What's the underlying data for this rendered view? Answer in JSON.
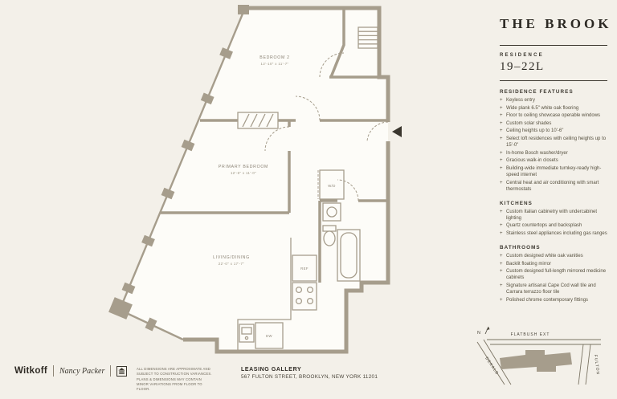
{
  "branding": {
    "building_name": "THE BROOK",
    "residence_label": "RESIDENCE",
    "residence_number": "19–22L"
  },
  "colors": {
    "background": "#f3f0e9",
    "wall_taupe": "#a69d8c",
    "ink": "#2e2a24",
    "muted_text": "#8c8476"
  },
  "ui": {
    "bullet": "+"
  },
  "plan": {
    "rooms": [
      {
        "name": "BEDROOM 2",
        "dims": "12'-10\" x 11'-7\""
      },
      {
        "name": "PRIMARY BEDROOM",
        "dims": "12'-6\" x 11'-0\""
      },
      {
        "name": "LIVING/DINING",
        "dims": "22'-0\" x 17'-7\""
      }
    ],
    "fixtures": {
      "washer_dryer": "W/D",
      "refrigerator": "REF",
      "dishwasher": "DW"
    }
  },
  "sections": [
    {
      "heading": "RESIDENCE FEATURES",
      "items": [
        "Keyless entry",
        "Wide plank 6.5\" white oak flooring",
        "Floor to ceiling showcase operable windows",
        "Custom solar shades",
        "Ceiling heights up to 10'-6\"",
        "Select loft residences with ceiling heights up to 15'-0\"",
        "In-home Bosch washer/dryer",
        "Gracious walk-in closets",
        "Building-wide immediate turnkey-ready high-speed internet",
        "Central heat and air conditioning with smart thermostats"
      ]
    },
    {
      "heading": "KITCHENS",
      "items": [
        "Custom Italian cabinetry with undercabinet lighting",
        "Quartz countertops and backsplash",
        "Stainless steel appliances including gas ranges"
      ]
    },
    {
      "heading": "BATHROOMS",
      "items": [
        "Custom designed white oak vanities",
        "Backlit floating mirror",
        "Custom designed full-length mirrored medicine cabinets",
        "Signature artisanal Cape Cod wall tile and Carrara terrazzo floor tile",
        "Polished chrome contemporary fittings"
      ]
    }
  ],
  "map": {
    "north_label": "N",
    "streets": {
      "top": "FLATBUSH EXT",
      "left": "DEKALB",
      "right": "FULTON"
    }
  },
  "footer": {
    "witkoff": "Witkoff",
    "partner": "Nancy Packer",
    "disclaimer": "ALL DIMENSIONS ARE APPROXIMATE AND SUBJECT TO CONSTRUCTION VARIANCES. PLANS & DIMENSIONS MAY CONTAIN MINOR VARIATIONS FROM FLOOR TO FLOOR.",
    "leasing_title": "LEASING GALLERY",
    "leasing_address": "567 FULTON STREET, BROOKLYN, NEW YORK 11201"
  }
}
